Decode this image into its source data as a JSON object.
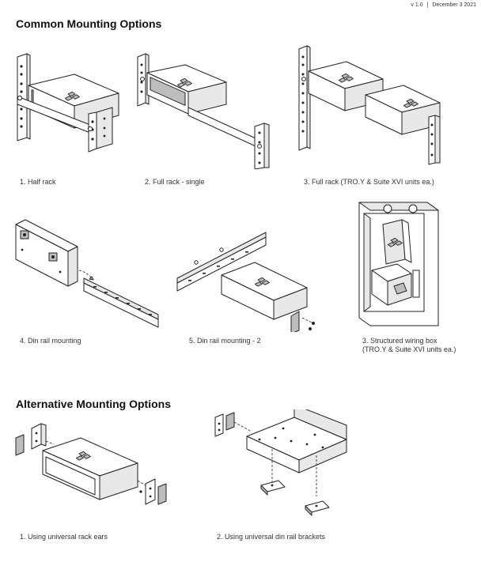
{
  "header": {
    "version": "v 1.0",
    "separator": "|",
    "date": "December 3 2021"
  },
  "sections": {
    "common_title": "Common Mounting Options",
    "alternative_title": "Alternative Mounting Options"
  },
  "captions": {
    "half_rack": "1. Half rack",
    "full_rack_single": "2. Full rack - single",
    "full_rack_double": "3. Full rack (TRO.Y & Suite XVI units ea.)",
    "din_rail": "4. Din rail mounting",
    "din_rail_2": "5. Din rail mounting - 2",
    "wiring_box_line1": "3. Structured wiring box",
    "wiring_box_line2": "(TRO.Y & Suite XVI units ea.)",
    "rack_ears": "1. Using universal rack ears",
    "din_brackets": "2. Using universal din rail brackets"
  }
}
